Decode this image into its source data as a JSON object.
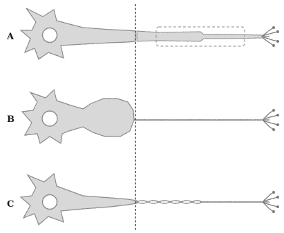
{
  "panels": [
    {
      "label": "A",
      "state": "axon-with-sheath"
    },
    {
      "label": "B",
      "state": "swollen-proximal-axon"
    },
    {
      "label": "C",
      "state": "twisted-distal-axon"
    }
  ],
  "divider_style": "dashed",
  "colors": {
    "cell_fill": "#d8d8d8",
    "cell_stroke": "#8a8a8a",
    "nucleus_fill": "#ffffff",
    "axon_line": "#7a7a7a",
    "divider": "#555555",
    "label": "#1a1a1a"
  }
}
